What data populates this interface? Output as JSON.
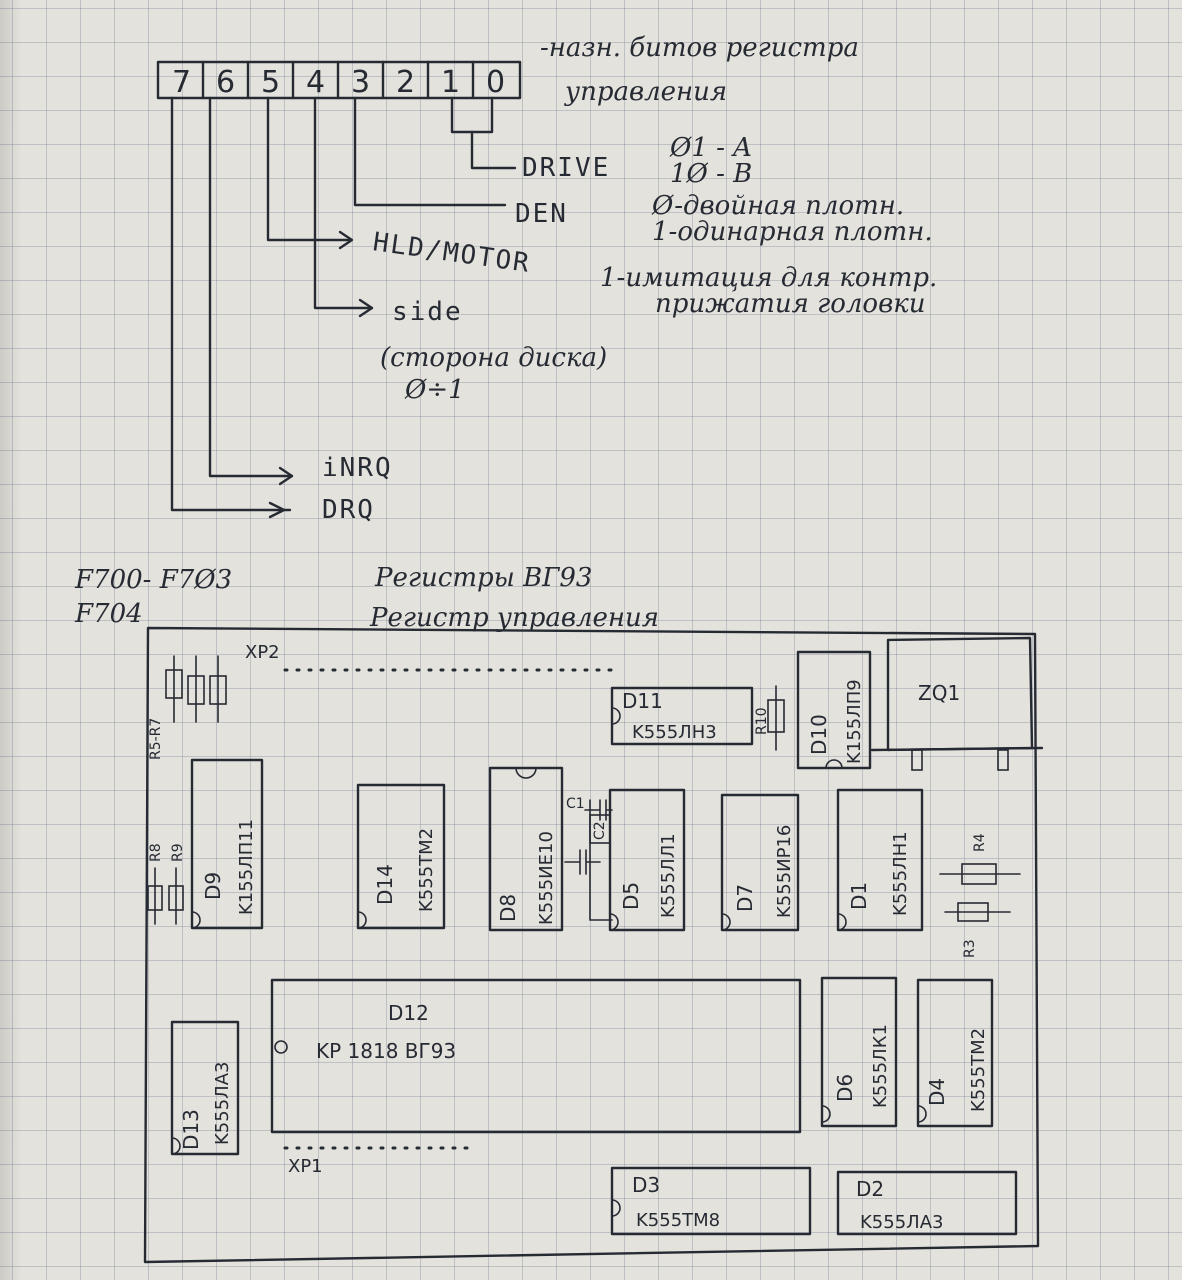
{
  "header": {
    "title_line1": "-назн. битов регистра",
    "title_line2": "управления"
  },
  "register_bits": [
    "7",
    "6",
    "5",
    "4",
    "3",
    "2",
    "1",
    "0"
  ],
  "signals": {
    "drive": {
      "label": "DRIVE",
      "note_line1": "Ø1 - A",
      "note_line2": "1Ø - B"
    },
    "den": {
      "label": "DEN",
      "note_line1": "Ø-двойная плотн.",
      "note_line2": "1-одинарная плотн."
    },
    "hld": {
      "label": "HLD/MOTOR",
      "note_line1": "1-имитация для контр.",
      "note_line2": "прижатия головки"
    },
    "side": {
      "label": "side",
      "note_line1": "(сторона диска)",
      "note_line2": "Ø÷1"
    },
    "inrq": {
      "label": "iNRQ"
    },
    "drq": {
      "label": "DRQ"
    }
  },
  "address_map": [
    {
      "range": "F700- F7Ø3",
      "description": "Регистры ВГ93"
    },
    {
      "range": "F704",
      "description": "Регистр управления"
    }
  ],
  "board": {
    "connectors": {
      "top": "XP2",
      "bottom": "XP1"
    },
    "resistors": {
      "r5_r7": "R5-R7",
      "r8": "R8",
      "r9": "R9",
      "r10": "R10",
      "r4": "R4",
      "r3": "R3",
      "c1": "C1",
      "c2": "C2"
    },
    "crystal": "ZQ1",
    "chips": {
      "d9": {
        "name": "D9",
        "type": "K155ЛП11"
      },
      "d14": {
        "name": "D14",
        "type": "K555TM2"
      },
      "d8": {
        "name": "D8",
        "type": "K555ИЕ10"
      },
      "d5": {
        "name": "D5",
        "type": "K555ЛЛ1"
      },
      "d7": {
        "name": "D7",
        "type": "K555ИР16"
      },
      "d1": {
        "name": "D1",
        "type": "K555ЛН1"
      },
      "d11": {
        "name": "D11",
        "type": "K555ЛН3"
      },
      "d10": {
        "name": "D10",
        "type": "K155ЛП9"
      },
      "d12": {
        "name": "D12",
        "type": "KP 1818 ВГ93"
      },
      "d13": {
        "name": "D13",
        "type": "K555ЛА3"
      },
      "d6": {
        "name": "D6",
        "type": "K555ЛК1"
      },
      "d4": {
        "name": "D4",
        "type": "K555TM2"
      },
      "d3": {
        "name": "D3",
        "type": "K555TM8"
      },
      "d2": {
        "name": "D2",
        "type": "K555ЛА3"
      }
    }
  }
}
